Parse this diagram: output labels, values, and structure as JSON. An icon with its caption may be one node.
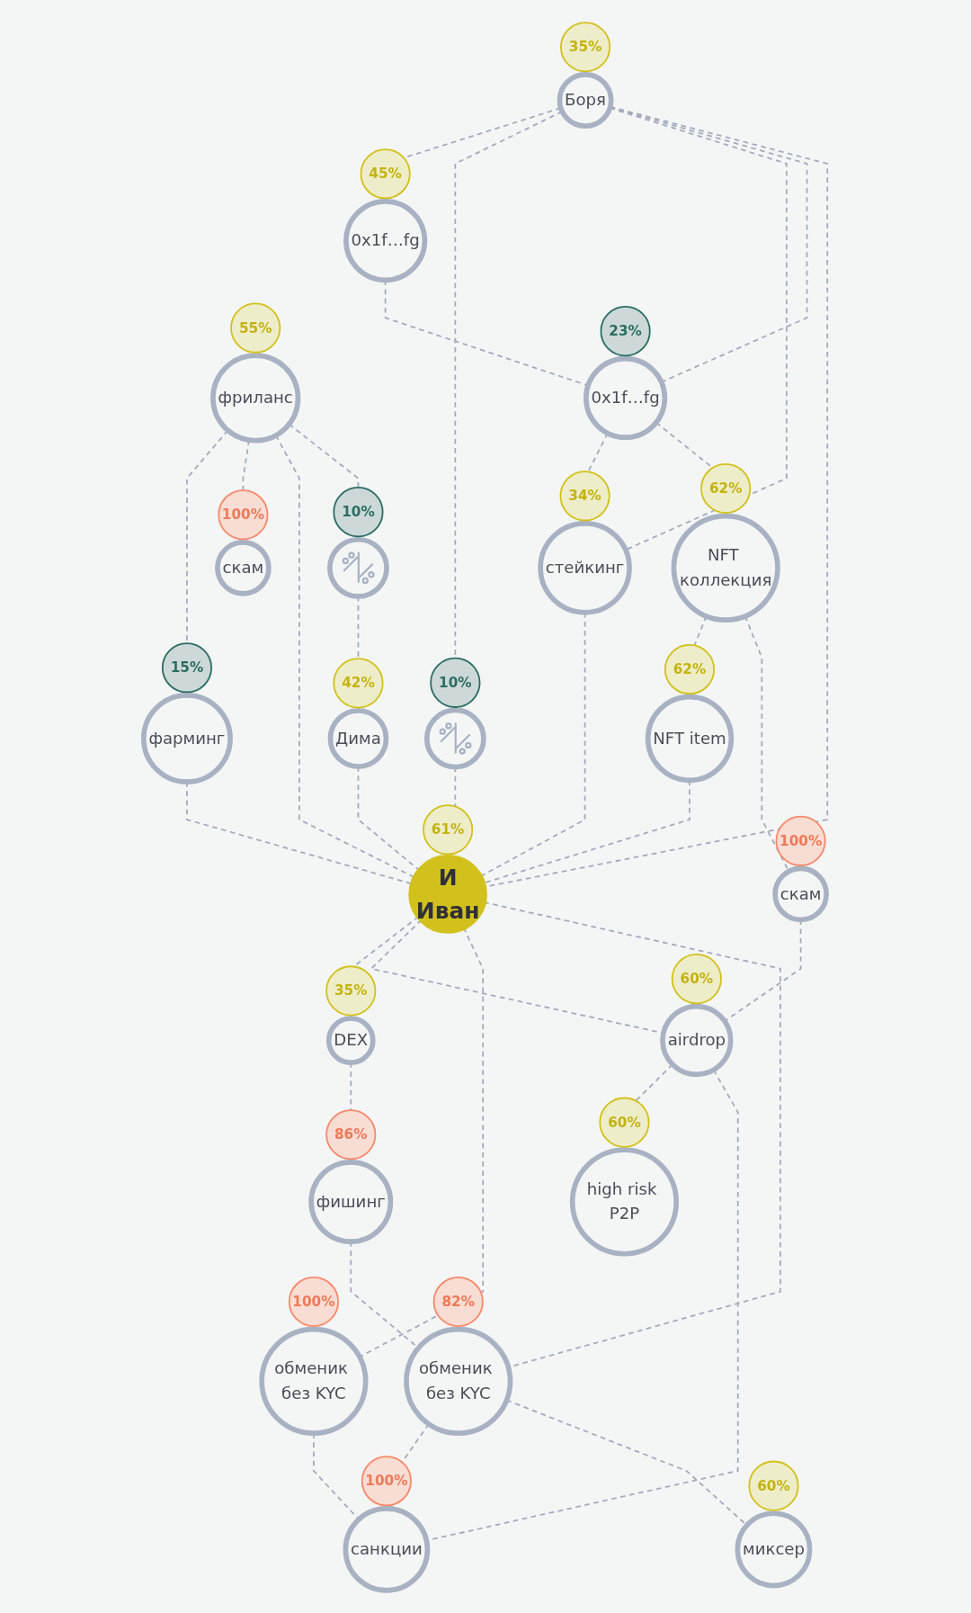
{
  "diagram": {
    "nodes": [
      {
        "text": [
          "Боря"
        ],
        "beside": [
          "35%"
        ]
      },
      {
        "text": [
          "фриланс"
        ],
        "beside": [
          "55%"
        ]
      },
      {
        "text": [
          "0x1f…fg"
        ],
        "beside": [
          "45%"
        ]
      },
      {
        "text": [
          "скам"
        ],
        "beside": [
          "100%"
        ]
      },
      {
        "text": [],
        "shape": "circle",
        "beside": [
          "10%"
        ]
      },
      {
        "text": [
          "фарминг"
        ],
        "beside": [
          "15%"
        ]
      },
      {
        "text": [
          "0x1f…fg"
        ],
        "beside": [
          "23%"
        ]
      },
      {
        "text": [
          "стейкинг"
        ],
        "beside": [
          "34%"
        ]
      },
      {
        "text": [
          "Дима"
        ],
        "beside": [
          "42%"
        ]
      },
      {
        "text": [],
        "shape": "circle",
        "beside": [
          "10%"
        ]
      },
      {
        "text": [
          "NFT коллекция"
        ],
        "beside": [
          "62%"
        ]
      },
      {
        "text": [
          "NFT item"
        ],
        "beside": [
          "62%"
        ]
      },
      {
        "text": [
          "И",
          "Иван"
        ],
        "beside": [
          "61%"
        ]
      },
      {
        "text": [
          "DEX"
        ],
        "beside": [
          "35%"
        ]
      },
      {
        "text": [
          "фишинг"
        ],
        "beside": [
          "86%"
        ]
      },
      {
        "text": [
          "скам"
        ],
        "beside": [
          "100%"
        ]
      },
      {
        "text": [
          "airdrop"
        ],
        "beside": [
          "60%"
        ]
      },
      {
        "text": [
          "обменик без KYC"
        ],
        "beside": [
          "100%"
        ]
      },
      {
        "text": [
          "обменик без KYC"
        ],
        "beside": [
          "82%"
        ]
      },
      {
        "text": [
          "high risk P2P"
        ],
        "beside": [
          "60%"
        ]
      },
      {
        "text": [
          "санкции"
        ],
        "beside": [
          "100%"
        ]
      },
      {
        "text": [
          "миксер"
        ],
        "beside": [
          "60%"
        ]
      }
    ],
    "edges": [
      {
        "from": 0,
        "to": 2,
        "arrow": "none",
        "style": "dashed"
      },
      {
        "from": 0,
        "to": 4,
        "arrow": "none",
        "style": "dashed"
      },
      {
        "from": 0,
        "to": 7,
        "arrow": "none",
        "style": "dashed"
      },
      {
        "from": 0,
        "to": 6,
        "arrow": "none",
        "style": "dashed"
      },
      {
        "from": 0,
        "to": 12,
        "arrow": "none",
        "style": "dashed"
      },
      {
        "from": 1,
        "to": 5,
        "arrow": "none",
        "style": "dashed"
      },
      {
        "from": 1,
        "to": 3,
        "arrow": "none",
        "style": "dashed"
      },
      {
        "from": 1,
        "to": 12,
        "arrow": "none",
        "style": "dashed"
      },
      {
        "from": 1,
        "to": 9,
        "arrow": "none",
        "style": "dashed"
      },
      {
        "from": 2,
        "to": 6,
        "arrow": "none",
        "style": "dashed"
      },
      {
        "from": 4,
        "to": 12,
        "arrow": "none",
        "style": "dashed"
      },
      {
        "from": 5,
        "to": 12,
        "arrow": "none",
        "style": "dashed"
      },
      {
        "from": 6,
        "to": 7,
        "arrow": "none",
        "style": "dashed"
      },
      {
        "from": 6,
        "to": 10,
        "arrow": "none",
        "style": "dashed"
      },
      {
        "from": 7,
        "to": 12,
        "arrow": "none",
        "style": "dashed"
      },
      {
        "from": 9,
        "to": 8,
        "arrow": "none",
        "style": "dashed"
      },
      {
        "from": 8,
        "to": 12,
        "arrow": "none",
        "style": "dashed"
      },
      {
        "from": 10,
        "to": 11,
        "arrow": "none",
        "style": "dashed"
      },
      {
        "from": 11,
        "to": 12,
        "arrow": "none",
        "style": "dashed"
      },
      {
        "from": 12,
        "to": 13,
        "arrow": "none",
        "style": "dashed"
      },
      {
        "from": 13,
        "to": 14,
        "arrow": "none",
        "style": "dashed"
      },
      {
        "from": 10,
        "to": 15,
        "arrow": "none",
        "style": "dashed"
      },
      {
        "from": 12,
        "to": 16,
        "arrow": "none",
        "style": "dashed"
      },
      {
        "from": 12,
        "to": 17,
        "arrow": "none",
        "style": "dashed"
      },
      {
        "from": 12,
        "to": 18,
        "arrow": "none",
        "style": "dashed"
      },
      {
        "from": 14,
        "to": 18,
        "arrow": "none",
        "style": "dashed"
      },
      {
        "from": 15,
        "to": 16,
        "arrow": "none",
        "style": "dashed"
      },
      {
        "from": 16,
        "to": 19,
        "arrow": "none",
        "style": "dashed"
      },
      {
        "from": 16,
        "to": 20,
        "arrow": "none",
        "style": "dashed"
      },
      {
        "from": 17,
        "to": 20,
        "arrow": "none",
        "style": "dashed"
      },
      {
        "from": 18,
        "to": 20,
        "arrow": "none",
        "style": "dashed"
      },
      {
        "from": 18,
        "to": 21,
        "arrow": "none",
        "style": "dashed"
      }
    ]
  }
}
